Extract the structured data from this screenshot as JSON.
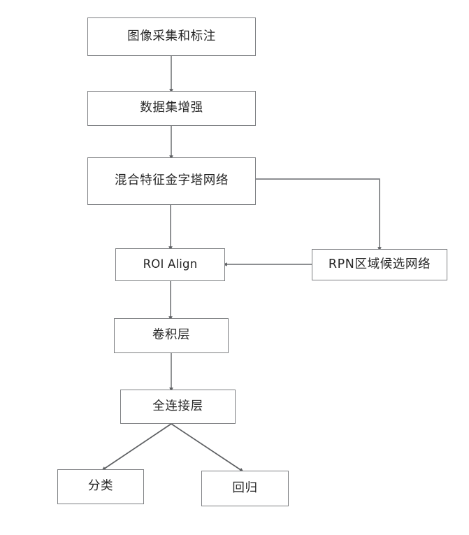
{
  "diagram": {
    "title": "Mask R-CNN Detection Pipeline Flowchart",
    "background_color": "#ffffff",
    "line_color": "#7d7f82",
    "text_color": "#262626",
    "nodes": [
      {
        "id": "image-collection",
        "label": "图像采集和标注",
        "script": "cjk"
      },
      {
        "id": "dataset-augment",
        "label": "数据集增强",
        "script": "cjk"
      },
      {
        "id": "fpn",
        "label": "混合特征金字塔网络",
        "script": "cjk"
      },
      {
        "id": "roi-align",
        "label": "ROI Align",
        "script": "latin"
      },
      {
        "id": "rpn",
        "label": "RPN区域候选网络",
        "script": "cjk"
      },
      {
        "id": "conv",
        "label": "卷积层",
        "script": "cjk"
      },
      {
        "id": "fc",
        "label": "全连接层",
        "script": "cjk"
      },
      {
        "id": "classification",
        "label": "分类",
        "script": "cjk"
      },
      {
        "id": "regression",
        "label": "回归",
        "script": "cjk"
      }
    ],
    "edges": [
      {
        "from": "image-collection",
        "to": "dataset-augment",
        "style": "straight-vertical"
      },
      {
        "from": "dataset-augment",
        "to": "fpn",
        "style": "straight-vertical"
      },
      {
        "from": "fpn",
        "to": "roi-align",
        "style": "straight-vertical"
      },
      {
        "from": "fpn",
        "to": "rpn",
        "style": "elbow-right-down"
      },
      {
        "from": "rpn",
        "to": "roi-align",
        "style": "straight-horizontal-left"
      },
      {
        "from": "roi-align",
        "to": "conv",
        "style": "straight-vertical"
      },
      {
        "from": "conv",
        "to": "fc",
        "style": "straight-vertical"
      },
      {
        "from": "fc",
        "to": "classification",
        "style": "diagonal-down-left"
      },
      {
        "from": "fc",
        "to": "regression",
        "style": "diagonal-down-right"
      }
    ]
  }
}
